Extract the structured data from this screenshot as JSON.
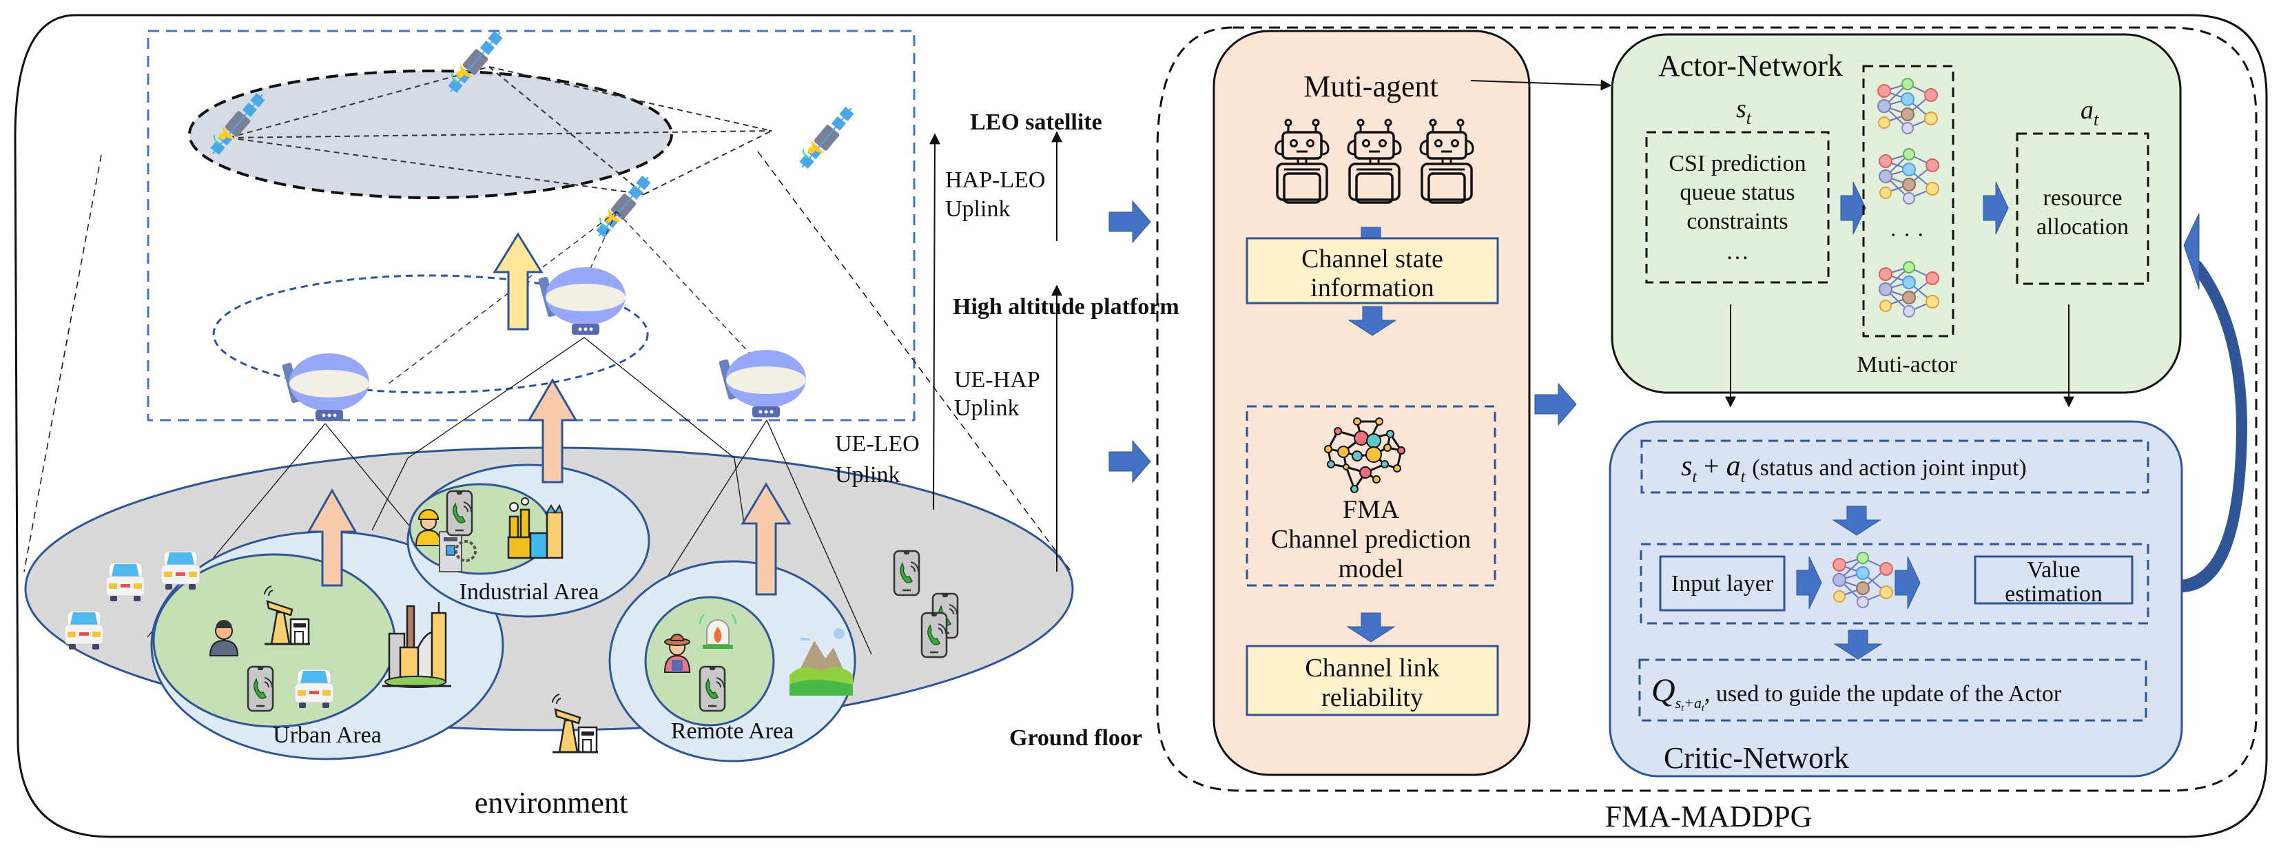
{
  "colors": {
    "accent_blue": "#4472c4",
    "dark_blue": "#2f5597",
    "multi_agent_fill": "#fbe5d6",
    "actor_fill": "#e2efda",
    "critic_fill": "#dae3f3",
    "box_yellow": "#fff2cc",
    "ground_gray": "#d9d9d9",
    "area_blue": "#deebf7",
    "area_green": "#c5e0b4",
    "satellite_ring": "#d6dce5",
    "uplink_arrow_orange": "#f8cbad",
    "uplink_arrow_yellow": "#ffe699"
  },
  "left_panel": {
    "caption": "environment",
    "layers": {
      "leo": "LEO satellite",
      "hap": "High altitude platform",
      "ground": "Ground floor"
    },
    "links": {
      "hap_leo": [
        "HAP-LEO",
        "Uplink"
      ],
      "ue_hap": [
        "UE-HAP",
        "Uplink"
      ],
      "ue_leo": [
        "UE-LEO",
        "Uplink"
      ]
    },
    "areas": {
      "urban": "Urban Area",
      "industrial": "Industrial Area",
      "remote": "Remote Area"
    },
    "icons": {
      "satellite": "satellite-icon",
      "hap": "airship-icon",
      "car": "car-icon",
      "phone": "phone-call-icon",
      "worker": "worker-icon",
      "factory": "factory-icon",
      "city": "city-buildings-icon",
      "base_station": "base-station-icon",
      "mountain": "mountain-icon",
      "farmer": "farmer-icon",
      "fire_alarm": "fire-alarm-icon",
      "laptop_user": "laptop-user-icon",
      "machine": "industrial-machine-icon"
    }
  },
  "right_panel": {
    "caption": "FMA-MADDPG",
    "multi_agent": {
      "title": "Muti-agent",
      "csi_box": [
        "Channel state",
        "information"
      ],
      "fma_box": [
        "FMA",
        "Channel prediction",
        "model"
      ],
      "reliability_box": [
        "Channel link",
        "reliability"
      ]
    },
    "actor": {
      "title": "Actor-Network",
      "state_symbol": "s",
      "state_sub": "t",
      "state_items": [
        "CSI prediction",
        "queue status",
        "constraints",
        "…"
      ],
      "multi_actor_label": "Muti-actor",
      "ellipsis": "· · ·",
      "action_symbol": "a",
      "action_sub": "t",
      "action_items": [
        "resource",
        "allocation"
      ]
    },
    "critic": {
      "title": "Critic-Network",
      "joint_input": {
        "s": "s",
        "sub": "t",
        "plus": "+",
        "a": "a",
        "text": "(status and action joint input)"
      },
      "input_layer": "Input layer",
      "value_estimation": [
        "Value",
        "estimation"
      ],
      "q_output": {
        "symbol": "Q",
        "sub": "s",
        "sub2": "t",
        "sub_plus": "+a",
        "text": ", used to guide the update of the Actor"
      }
    }
  }
}
